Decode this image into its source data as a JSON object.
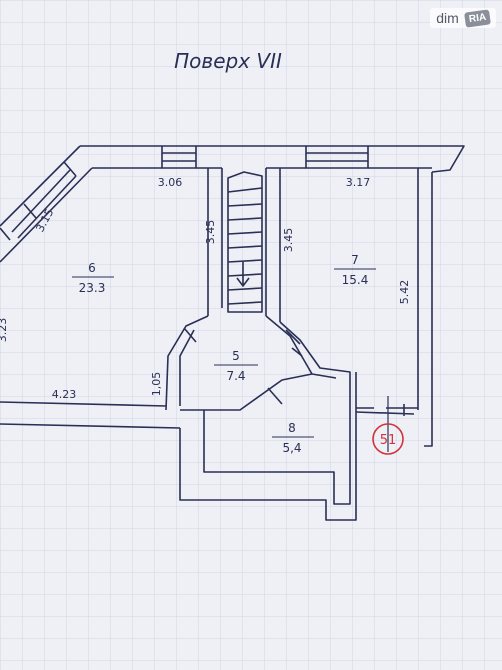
{
  "title": "Поверх VII",
  "watermark": {
    "left": "dim",
    "right": "RIA"
  },
  "rooms": [
    {
      "number": "6",
      "area": "23.3"
    },
    {
      "number": "7",
      "area": "15.4"
    },
    {
      "number": "5",
      "area": "7.4"
    },
    {
      "number": "8",
      "area": "5,4"
    }
  ],
  "dimensions": [
    "3.06",
    "3.17",
    "3.15",
    "3.45",
    "3.45",
    "5.42",
    "4.23",
    "1,05",
    "3.23"
  ],
  "marker": "51",
  "colors": {
    "ink": "#2a2f55",
    "grid": "#c9cde0",
    "marker": "#d0343a"
  }
}
